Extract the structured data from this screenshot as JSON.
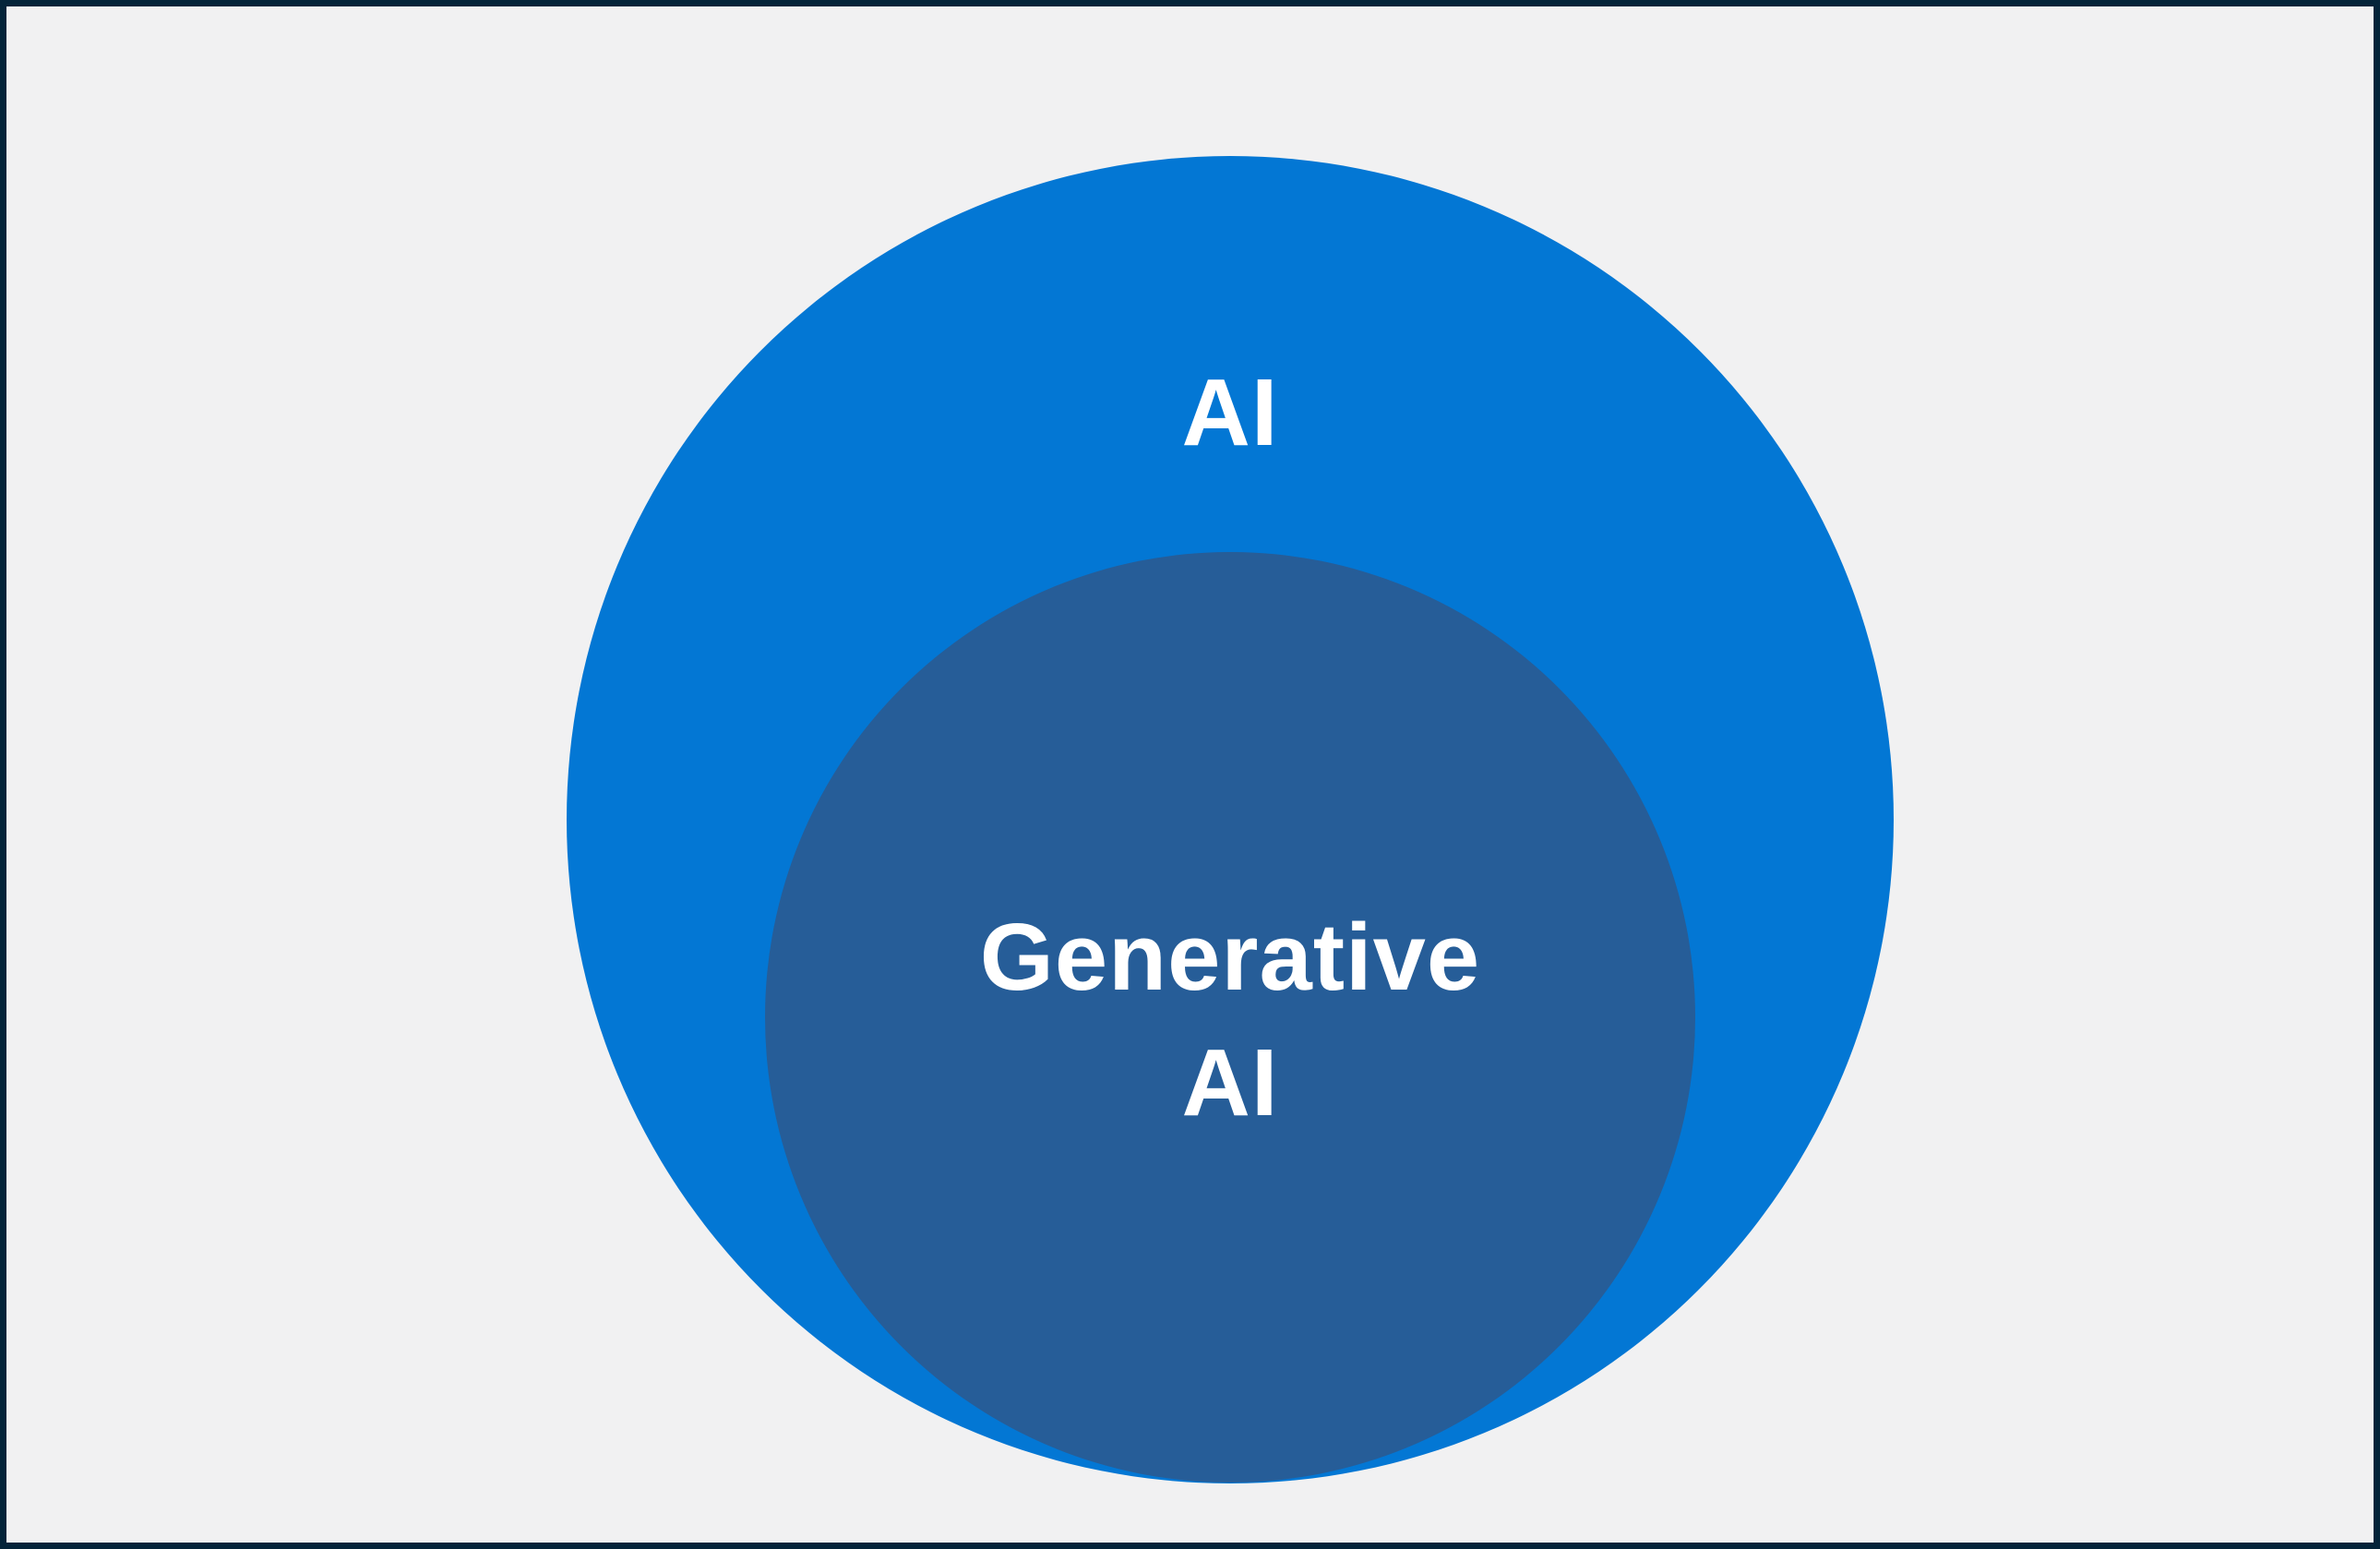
{
  "diagram": {
    "type": "nested-venn",
    "outer_set": {
      "label": "AI",
      "fill_color": "#0377d4"
    },
    "inner_set": {
      "label": "Generative AI",
      "label_lines": [
        "Generative",
        "AI"
      ],
      "fill_color": "#265d98"
    },
    "label_text_color": "#ffffff",
    "canvas_background_color": "#f1f1f2",
    "frame_border_color": "#04243a"
  }
}
